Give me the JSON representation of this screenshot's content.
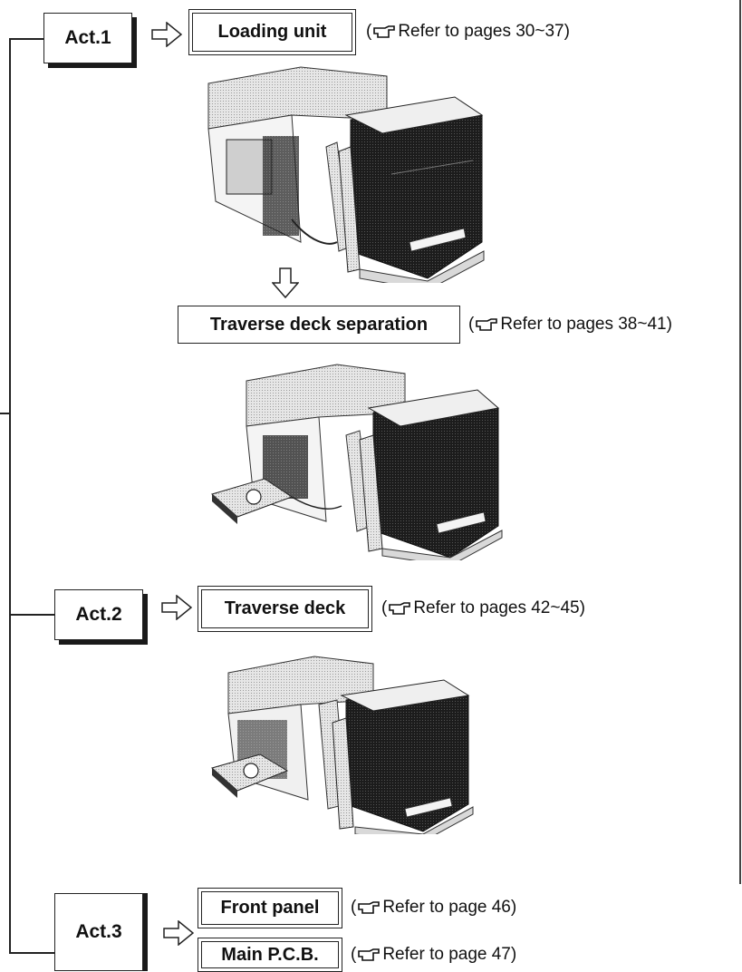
{
  "acts": [
    {
      "label": "Act.1",
      "targets": [
        {
          "title": "Loading unit",
          "ref": {
            "open": "(",
            "text": "Refer to pages 30~37)"
          }
        }
      ]
    },
    {
      "label": "Act.2",
      "targets": [
        {
          "title": "Traverse deck",
          "ref": {
            "open": "(",
            "text": "Refer to pages 42~45)"
          }
        }
      ]
    },
    {
      "label": "Act.3",
      "targets": [
        {
          "title": "Front panel",
          "ref": {
            "open": "(",
            "text": "Refer to page 46)"
          }
        },
        {
          "title": "Main P.C.B.",
          "ref": {
            "open": "(",
            "text": "Refer to page 47)"
          }
        }
      ]
    }
  ],
  "intermediate": {
    "title": "Traverse deck separation",
    "ref": {
      "open": "(",
      "text": "Refer to pages 38~41)"
    }
  },
  "icons": {
    "pointer": "pointing-hand-icon",
    "arrow": "hollow-arrow-icon"
  }
}
